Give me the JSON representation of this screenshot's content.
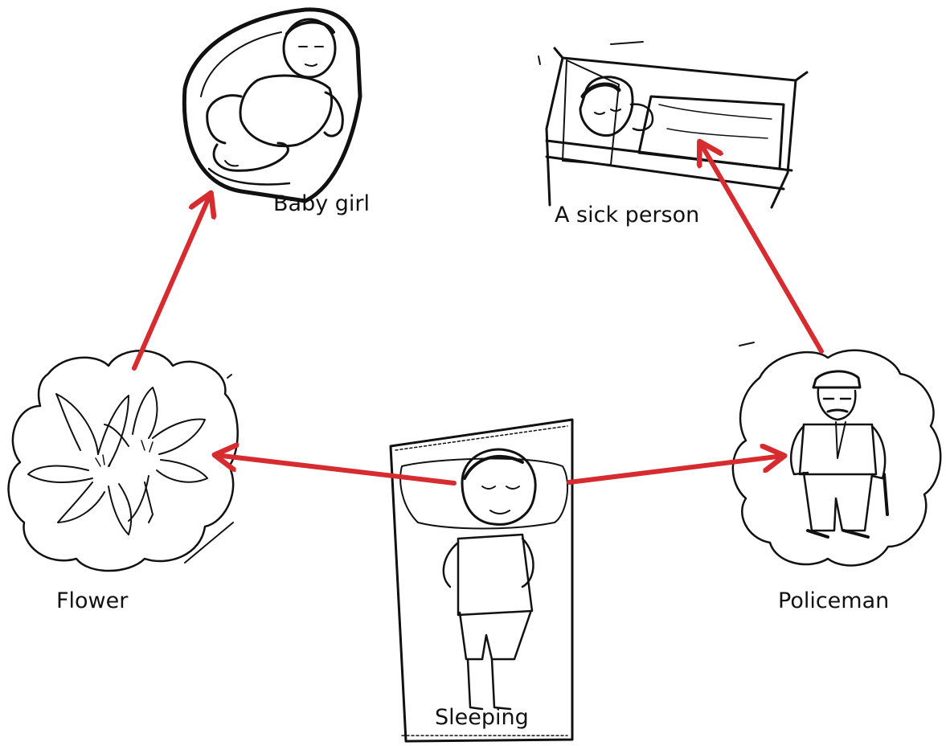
{
  "labels": {
    "baby": "Baby girl",
    "sick": "A sick person",
    "flower": "Flower",
    "policeman": "Policeman",
    "sleeping": "Sleeping"
  },
  "colors": {
    "arrow": "#d62b2f",
    "ink": "#111111"
  },
  "icons": [
    "baby-drawing",
    "sick-person-drawing",
    "flower-drawing",
    "policeman-drawing",
    "sleeping-boy-drawing"
  ]
}
